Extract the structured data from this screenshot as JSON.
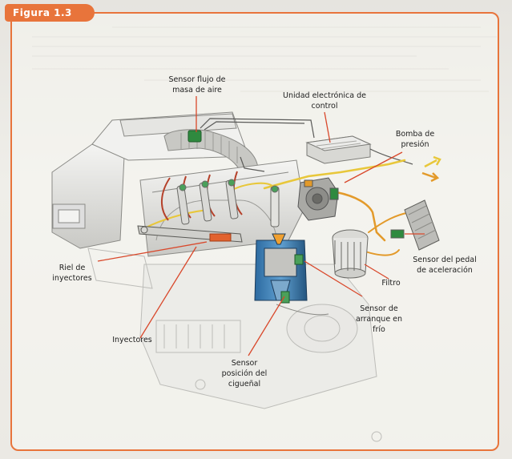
{
  "figure": {
    "tab_label": "Figura 1.3"
  },
  "labels": {
    "maf_sensor": [
      "Sensor flujo de",
      "masa de aire"
    ],
    "ecu": [
      "Unidad electrónica de",
      "control"
    ],
    "pump": [
      "Bomba de",
      "presión"
    ],
    "rail": [
      "Riel de",
      "inyectores"
    ],
    "pedal_sensor": [
      "Sensor del pedal",
      "de aceleración"
    ],
    "filter": [
      "Filtro"
    ],
    "cold_start": [
      "Sensor de",
      "arranque en",
      "frío"
    ],
    "injectors": [
      "Inyectores"
    ],
    "crank_sensor": [
      "Sensor",
      "posición del",
      "cigueñal"
    ]
  },
  "colors": {
    "frame": "#e8743b",
    "leader": "#d9482b",
    "fuel_line_orange": "#e39a2a",
    "fuel_line_yellow": "#e8c73a",
    "wire_red": "#b5412a",
    "sensor_green": "#4aa05a"
  }
}
